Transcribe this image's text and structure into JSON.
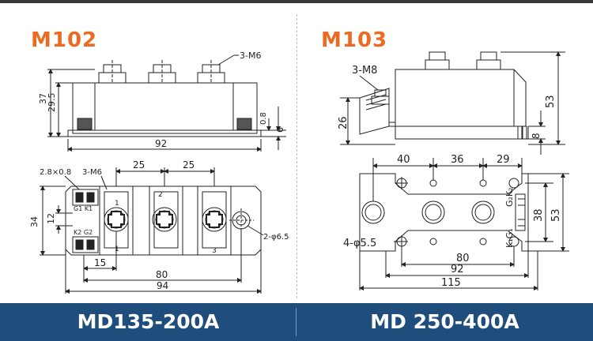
{
  "left": {
    "title": "M102",
    "model": "MD135-200A",
    "side": {
      "dim_37": "37",
      "dim_29_5": "29.5",
      "dim_0_8": "0.8",
      "dim_6": "6",
      "dim_92": "92",
      "screw": "3-M6"
    },
    "top": {
      "pin_size": "2.8×0.8",
      "screw": "3-M6",
      "dim_25a": "25",
      "dim_25b": "25",
      "dim_34": "34",
      "dim_12": "12",
      "dim_15": "15",
      "dim_80": "80",
      "dim_94": "94",
      "hole": "2-φ6.5",
      "term_1": "1",
      "term_2": "2",
      "term_3": "3",
      "g1k1": "G1 K1",
      "k2g2": "K2 G2"
    }
  },
  "right": {
    "title": "M103",
    "model": "MD 250-400A",
    "side": {
      "screw": "3-M8",
      "dim_26": "26",
      "dim_53": "53",
      "dim_8": "8"
    },
    "top": {
      "dim_40": "40",
      "dim_36": "36",
      "dim_29": "29",
      "dim_38": "38",
      "dim_53": "53",
      "hole": "4-φ5.5",
      "dim_80": "80",
      "dim_92": "92",
      "dim_115": "115",
      "g2k2": "G₂K₂",
      "k1g1": "K₁G₁"
    }
  }
}
